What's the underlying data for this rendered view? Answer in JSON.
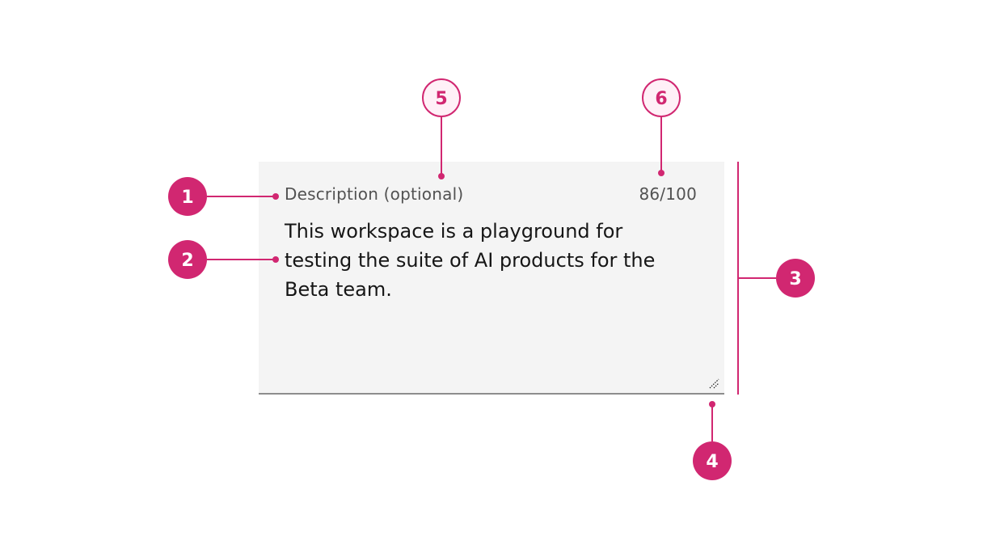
{
  "field": {
    "label": "Description (optional)",
    "counter": "86/100",
    "value": "This workspace is a playground for testing the suite of AI products for the Beta team."
  },
  "callouts": [
    {
      "number": "1",
      "style": "filled"
    },
    {
      "number": "2",
      "style": "filled"
    },
    {
      "number": "3",
      "style": "filled"
    },
    {
      "number": "4",
      "style": "filled"
    },
    {
      "number": "5",
      "style": "outlined"
    },
    {
      "number": "6",
      "style": "outlined"
    }
  ],
  "colors": {
    "accent": "#d12771",
    "field_background": "#f4f4f4",
    "field_border": "#8d8d8d",
    "label_text": "#525252",
    "value_text": "#161616",
    "outline_fill": "#fff0f7"
  },
  "icons": {
    "resize": "resize-handle-icon"
  }
}
